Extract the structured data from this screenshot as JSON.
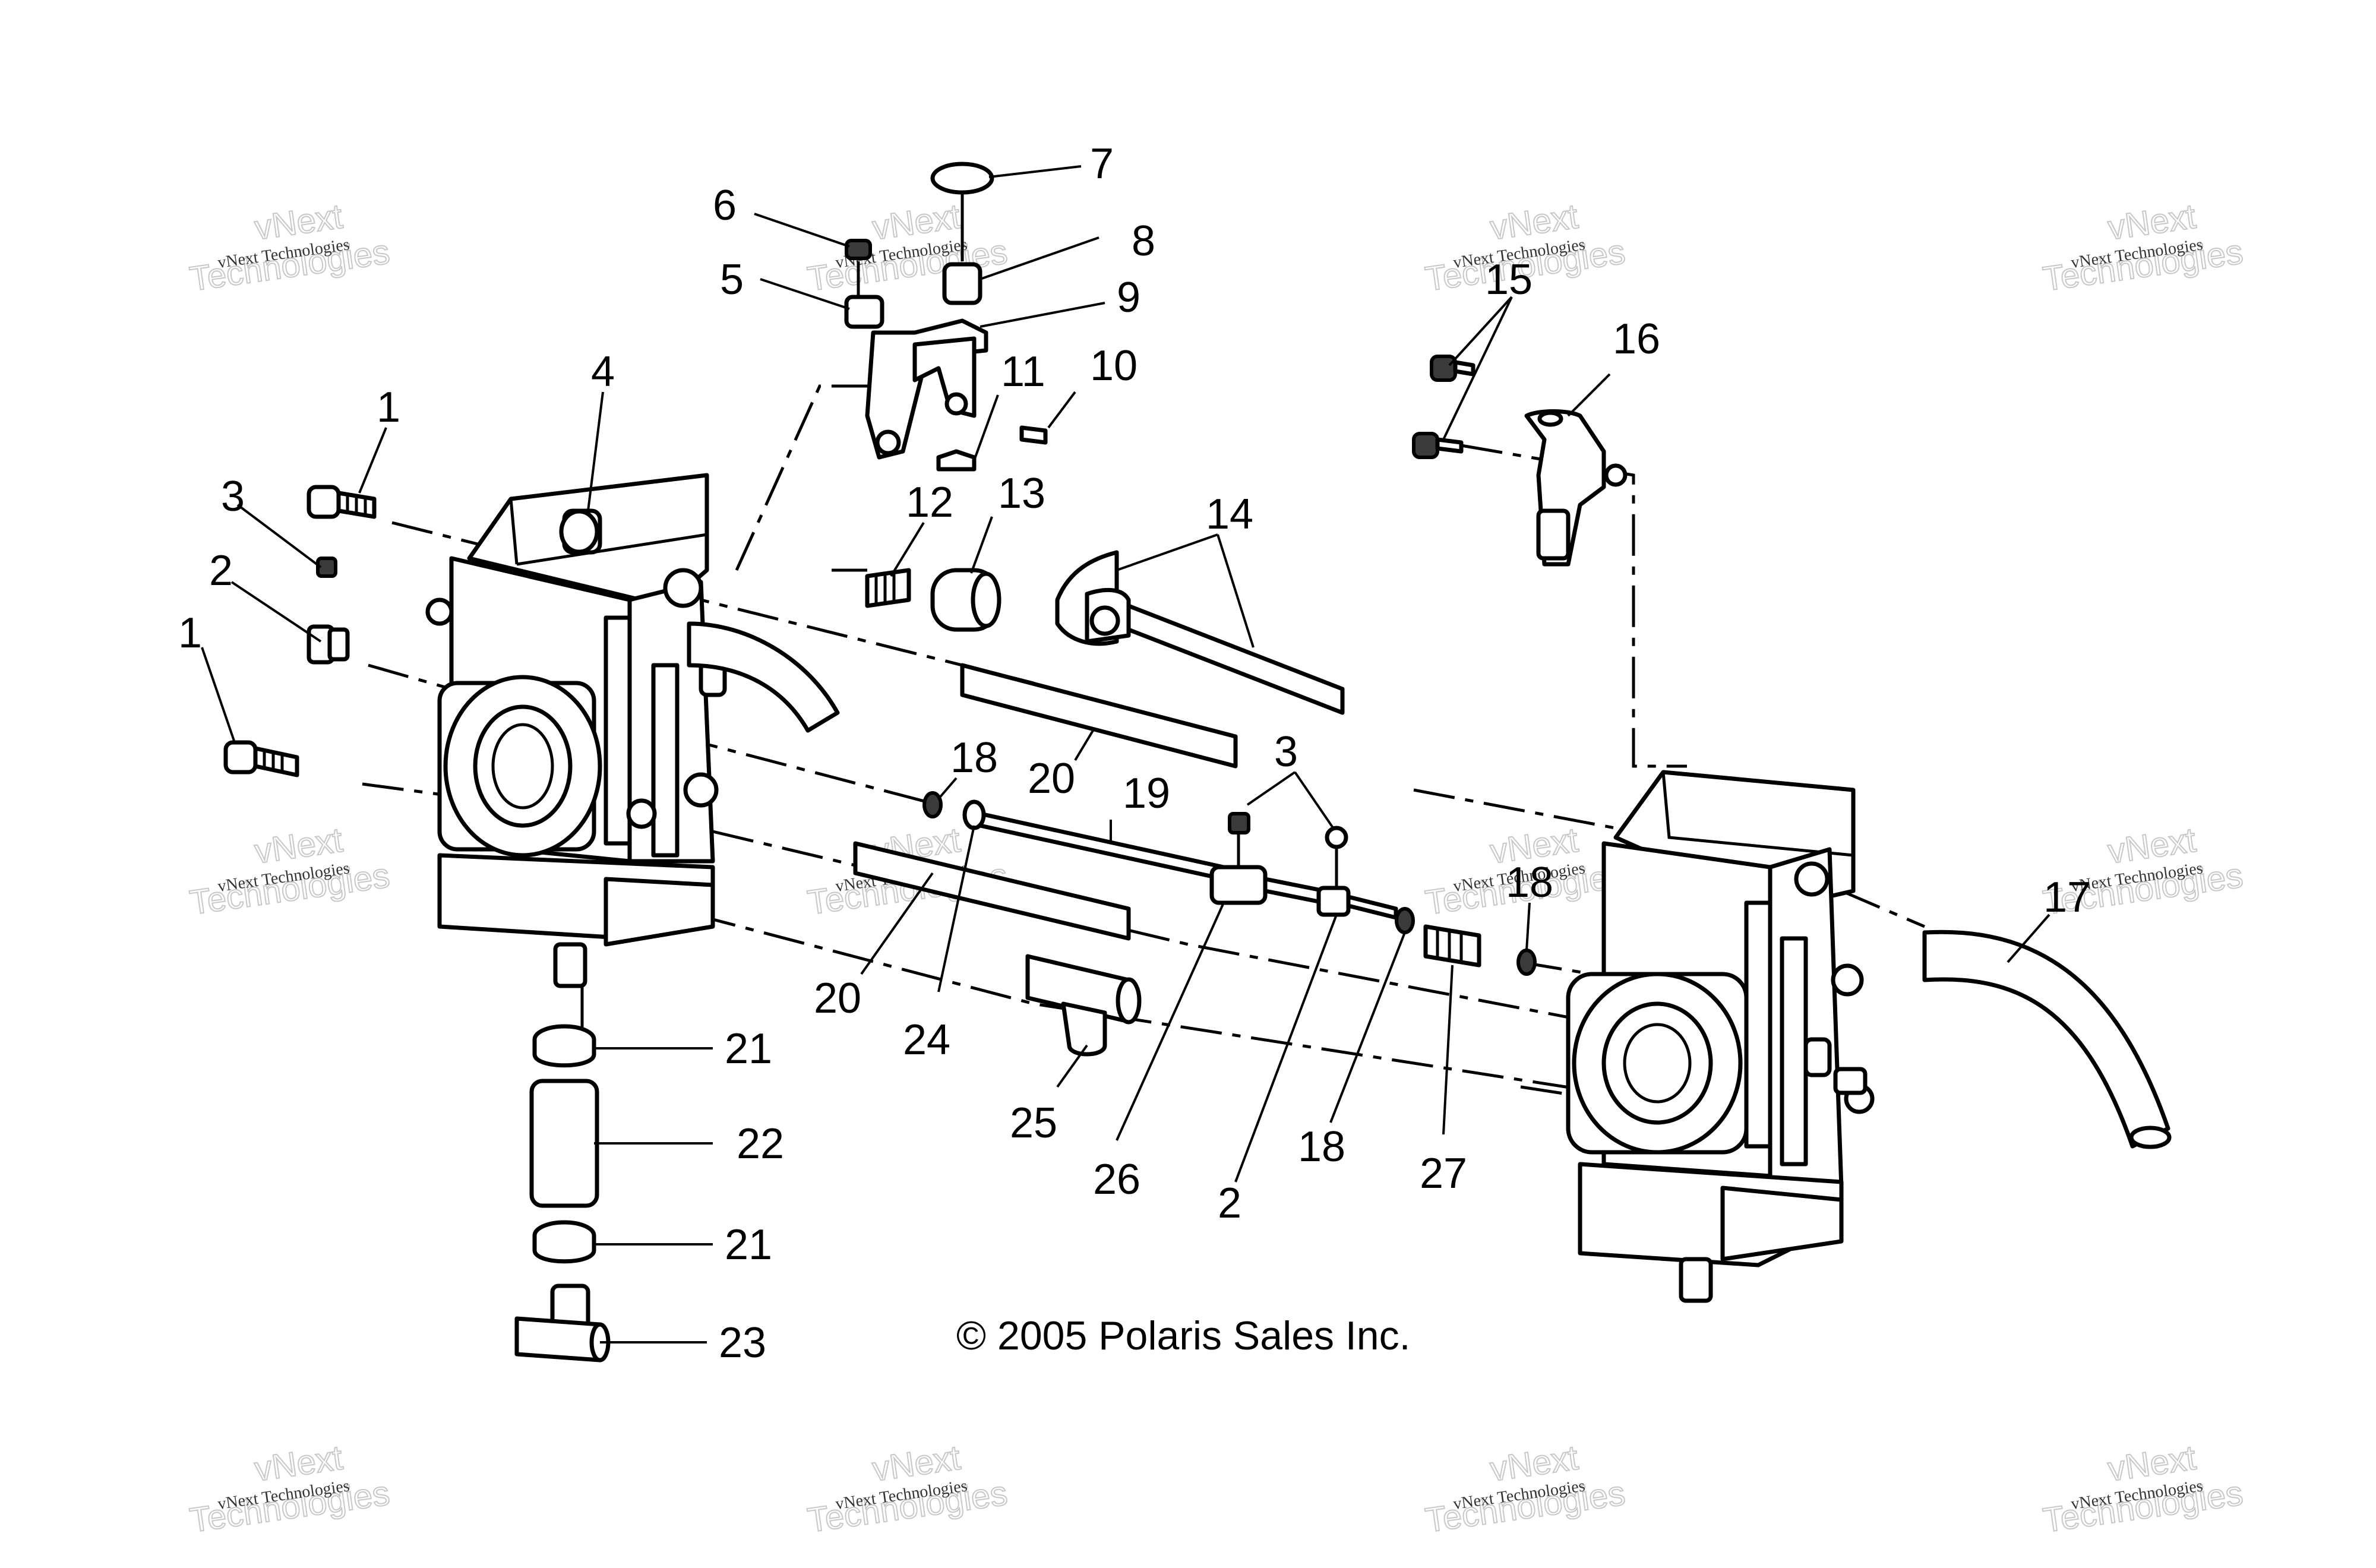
{
  "copyright": "© 2005 Polaris Sales Inc.",
  "watermark": {
    "small": "vNext Technologies",
    "big_top": "vNext",
    "big_bottom": "Technologies"
  },
  "callouts": [
    "1",
    "1",
    "2",
    "3",
    "4",
    "5",
    "6",
    "7",
    "8",
    "9",
    "10",
    "11",
    "12",
    "13",
    "14",
    "15",
    "16",
    "17",
    "18",
    "18",
    "18",
    "19",
    "20",
    "20",
    "21",
    "21",
    "22",
    "23",
    "24",
    "25",
    "26",
    "2",
    "3",
    "27"
  ]
}
